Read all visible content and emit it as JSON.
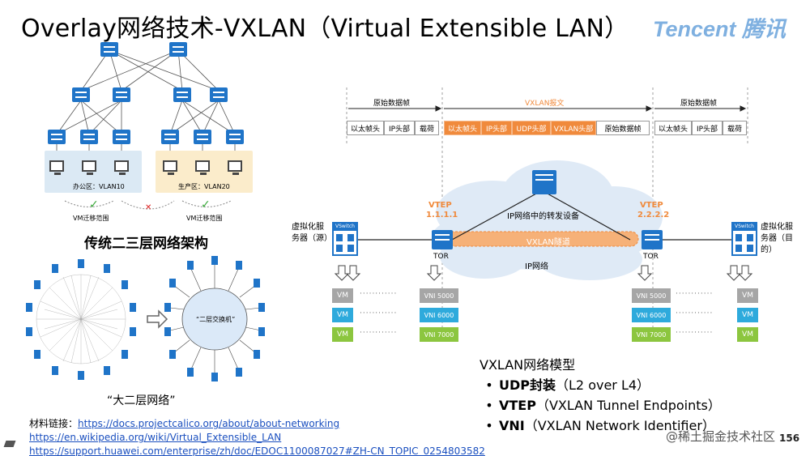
{
  "title": "Overlay网络技术-VXLAN（Virtual Extensible LAN）",
  "brand": "Tencent 腾讯",
  "left_top": {
    "zone_office": "办公区：VLAN10",
    "zone_production": "生产区：VLAN20",
    "vm_scope_left": "VM迁移范围",
    "vm_scope_right": "VM迁移范围",
    "check_mark": "✓",
    "cross_mark": "✕",
    "caption": "传统二三层网络架构"
  },
  "left_bottom": {
    "big_switch_label": "“二层交换机”",
    "caption": "“大二层网络”"
  },
  "vxlan_diagram": {
    "seg_left": "原始数据帧",
    "seg_middle": "VXLAN报文",
    "seg_right": "原始数据帧",
    "left_frame": [
      "以太帧头",
      "IP头部",
      "载荷"
    ],
    "vxlan_frame": [
      "以太帧头",
      "IP头部",
      "UDP头部",
      "VXLAN头部",
      "原始数据帧"
    ],
    "right_frame": [
      "以太帧头",
      "IP头部",
      "载荷"
    ],
    "vtep_left": "VTEP",
    "vtep_left_ip": "1.1.1.1",
    "vtep_right": "VTEP",
    "vtep_right_ip": "2.2.2.2",
    "tor_left": "TOR",
    "tor_right": "TOR",
    "forwarding_device": "IP网络中的转发设备",
    "tunnel": "VXLAN隧道",
    "ip_network": "IP网络",
    "vhost_left": "虚拟化服务器（源）",
    "vhost_right": "虚拟化服务器（目的）",
    "vswitch": "VSwitch",
    "vm": "VM",
    "vni": [
      "VNI 5000",
      "VNI 6000",
      "VNI 7000"
    ],
    "dots": "············"
  },
  "model": {
    "heading": "VXLAN网络模型",
    "bullets": [
      {
        "bold": "UDP封装",
        "rest": "（L2 over L4）"
      },
      {
        "bold": "VTEP",
        "rest": "（VXLAN Tunnel Endpoints）"
      },
      {
        "bold": "VNI",
        "rest": "（VXLAN Network Identifier）"
      }
    ]
  },
  "links": {
    "prefix": "材料链接：",
    "items": [
      "https://docs.projectcalico.org/about/about-networking",
      "https://en.wikipedia.org/wiki/Virtual_Extensible_LAN",
      "https://support.huawei.com/enterprise/zh/doc/EDOC1100087027#ZH-CN_TOPIC_0254803582"
    ]
  },
  "footer": {
    "watermark": "@稀土掘金技术社区",
    "page_number": "156",
    "bullet_glyph": "•"
  },
  "colors": {
    "orange": "#f08a3c",
    "blue": "#2eaadc",
    "green": "#8cc63f",
    "gray": "#a6a6a6",
    "switch_blue": "#1f74c8"
  }
}
